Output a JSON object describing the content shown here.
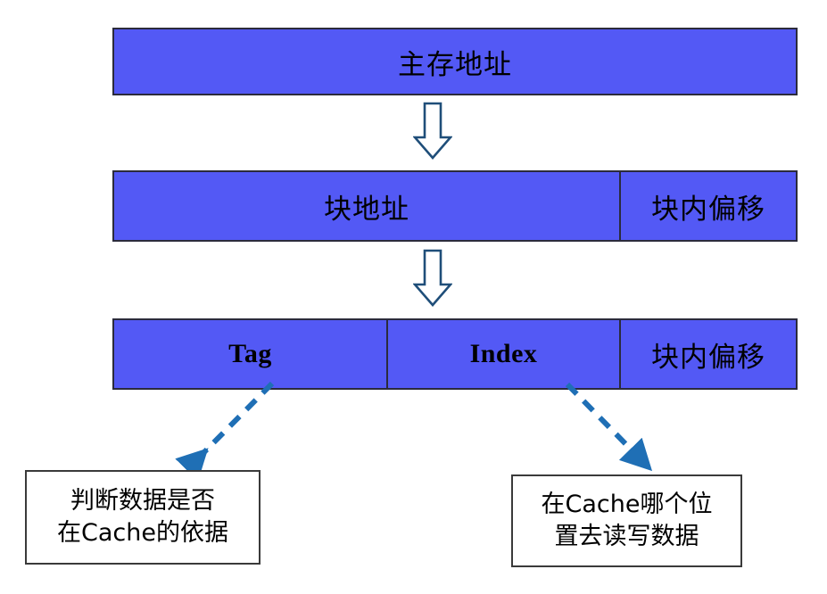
{
  "diagram": {
    "title": "Cache address decomposition",
    "colors": {
      "bar_fill": "#5359F5",
      "bar_border": "#2B2B3C",
      "block_arrow_stroke": "#1F4E79",
      "block_arrow_fill": "#FFFFFF",
      "dashed_arrow": "#1F6FB5",
      "note_border": "#3A3A3A",
      "note_fill": "#FFFFFF",
      "text": "#000000"
    },
    "rows": [
      {
        "name": "main-address-row",
        "fields": [
          {
            "label": "主存地址"
          }
        ]
      },
      {
        "name": "block-address-row",
        "fields": [
          {
            "label": "块地址"
          },
          {
            "label": "块内偏移"
          }
        ]
      },
      {
        "name": "tag-index-row",
        "fields": [
          {
            "label": "Tag"
          },
          {
            "label": "Index"
          },
          {
            "label": "块内偏移"
          }
        ]
      }
    ],
    "arrows": [
      {
        "name": "down-arrow-1",
        "kind": "block-down-arrow"
      },
      {
        "name": "down-arrow-2",
        "kind": "block-down-arrow"
      },
      {
        "name": "tag-connector",
        "kind": "dashed-arrow",
        "from": "Tag",
        "to": "判断数据是否在Cache的依据"
      },
      {
        "name": "index-connector",
        "kind": "dashed-arrow",
        "from": "Index",
        "to": "在Cache哪个位置去读写数据"
      }
    ],
    "notes": [
      {
        "name": "tag-note",
        "lines": [
          "判断数据是否",
          "在Cache的依据"
        ]
      },
      {
        "name": "index-note",
        "lines": [
          "在Cache哪个位",
          "置去读写数据"
        ]
      }
    ]
  }
}
